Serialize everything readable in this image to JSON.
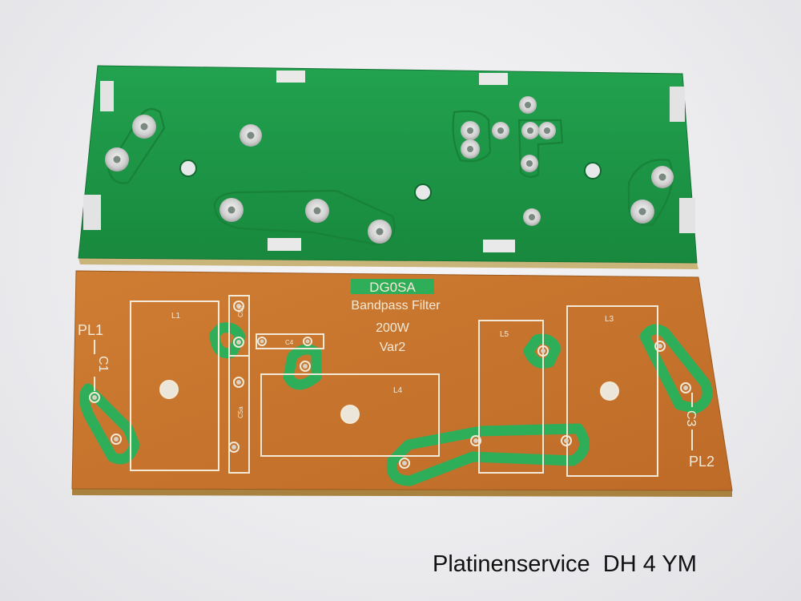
{
  "caption": "Platinenservice  DH 4 YM",
  "board": {
    "title": "DG0SA",
    "subtitle": "Bandpass Filter",
    "power": "200W",
    "variant": "Var2",
    "labels": {
      "pl1": "PL1",
      "c1": "C1",
      "l1": "L1",
      "c5b": "C5b",
      "c5a": "C5a",
      "c4": "C4",
      "l4": "L4",
      "l5": "L5",
      "l3": "L3",
      "c3": "C3",
      "pl2": "PL2"
    }
  },
  "colors": {
    "green_board": "#1e9a48",
    "copper_board": "#c8762e",
    "silkscreen": "#f3e9d6",
    "pad_tin": "#d9d9d9",
    "fr4_edge": "#c9b57a"
  }
}
